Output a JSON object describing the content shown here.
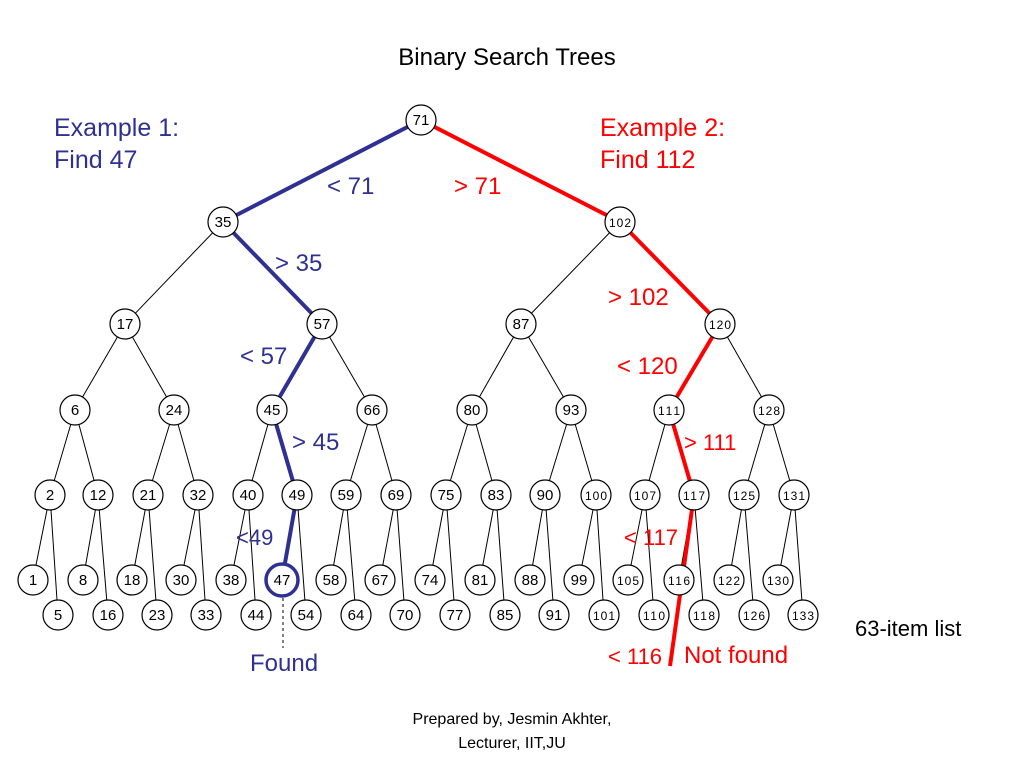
{
  "title": "Binary Search Trees",
  "example1": {
    "heading": "Example 1:",
    "task": "Find 47",
    "color": "#2e3192"
  },
  "example2": {
    "heading": "Example 2:",
    "task": "Find 112",
    "color": "#ff0000"
  },
  "list_label": "63-item list",
  "found_label": "Found",
  "not_found_label": "Not found",
  "footer": {
    "line1": "Prepared by, Jesmin Akhter,",
    "line2": "Lecturer, IIT,JU"
  },
  "nodes": [
    "71",
    "35",
    "102",
    "17",
    "57",
    "87",
    "120",
    "6",
    "24",
    "45",
    "66",
    "80",
    "93",
    "111",
    "128",
    "2",
    "12",
    "21",
    "32",
    "40",
    "49",
    "59",
    "69",
    "75",
    "83",
    "90",
    "100",
    "107",
    "117",
    "125",
    "131",
    "1",
    "5",
    "8",
    "16",
    "18",
    "23",
    "30",
    "33",
    "38",
    "44",
    "47",
    "54",
    "58",
    "64",
    "67",
    "70",
    "74",
    "77",
    "81",
    "85",
    "88",
    "91",
    "99",
    "101",
    "105",
    "110",
    "116",
    "118",
    "122",
    "126",
    "130",
    "133"
  ],
  "path1_labels": [
    "< 71",
    "> 35",
    "< 57",
    "> 45",
    "<49"
  ],
  "path2_labels": [
    "> 71",
    "> 102",
    "< 120",
    "> 111",
    "< 117",
    "< 116"
  ]
}
